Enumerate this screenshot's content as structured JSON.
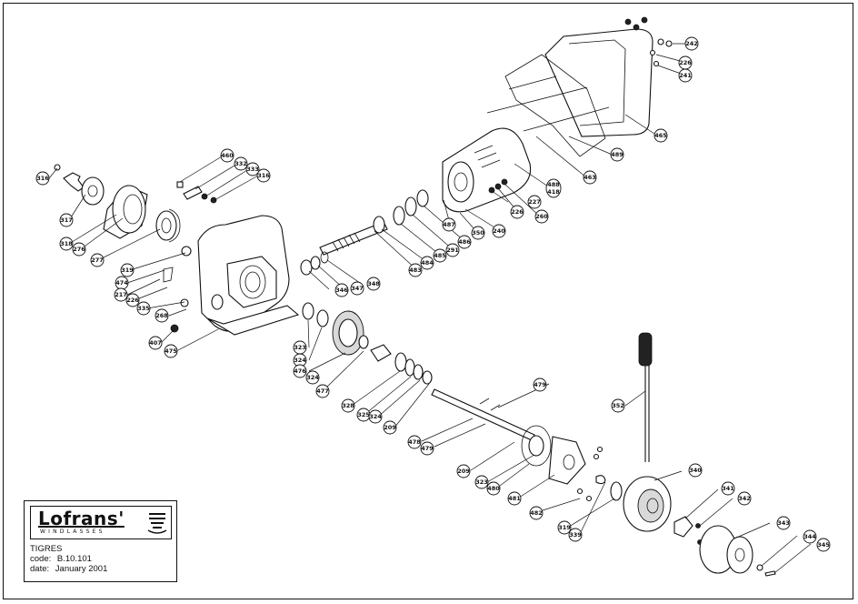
{
  "title_block": {
    "brand": "Lofrans'",
    "tagline": "WINDLASSES",
    "model": "TIGRES",
    "code_label": "code:",
    "code_value": "B.10.101",
    "date_label": "date:",
    "date_value": "January 2001"
  },
  "part_numbers": [
    "316",
    "317",
    "318",
    "276",
    "277",
    "319",
    "474",
    "217",
    "226",
    "335",
    "268",
    "407",
    "475",
    "460",
    "332",
    "333",
    "316",
    "323",
    "324",
    "476",
    "324",
    "477",
    "328",
    "325",
    "324",
    "209",
    "478",
    "479",
    "209",
    "323",
    "480",
    "481",
    "482",
    "319",
    "339",
    "346",
    "347",
    "348",
    "483",
    "484",
    "485",
    "486",
    "487",
    "350",
    "240",
    "291",
    "227",
    "226",
    "260",
    "488",
    "418",
    "463",
    "489",
    "465",
    "242",
    "226",
    "241",
    "352",
    "340",
    "341",
    "342",
    "343",
    "344",
    "345",
    "479"
  ],
  "colors": {
    "ink": "#111111",
    "paper": "#ffffff"
  }
}
